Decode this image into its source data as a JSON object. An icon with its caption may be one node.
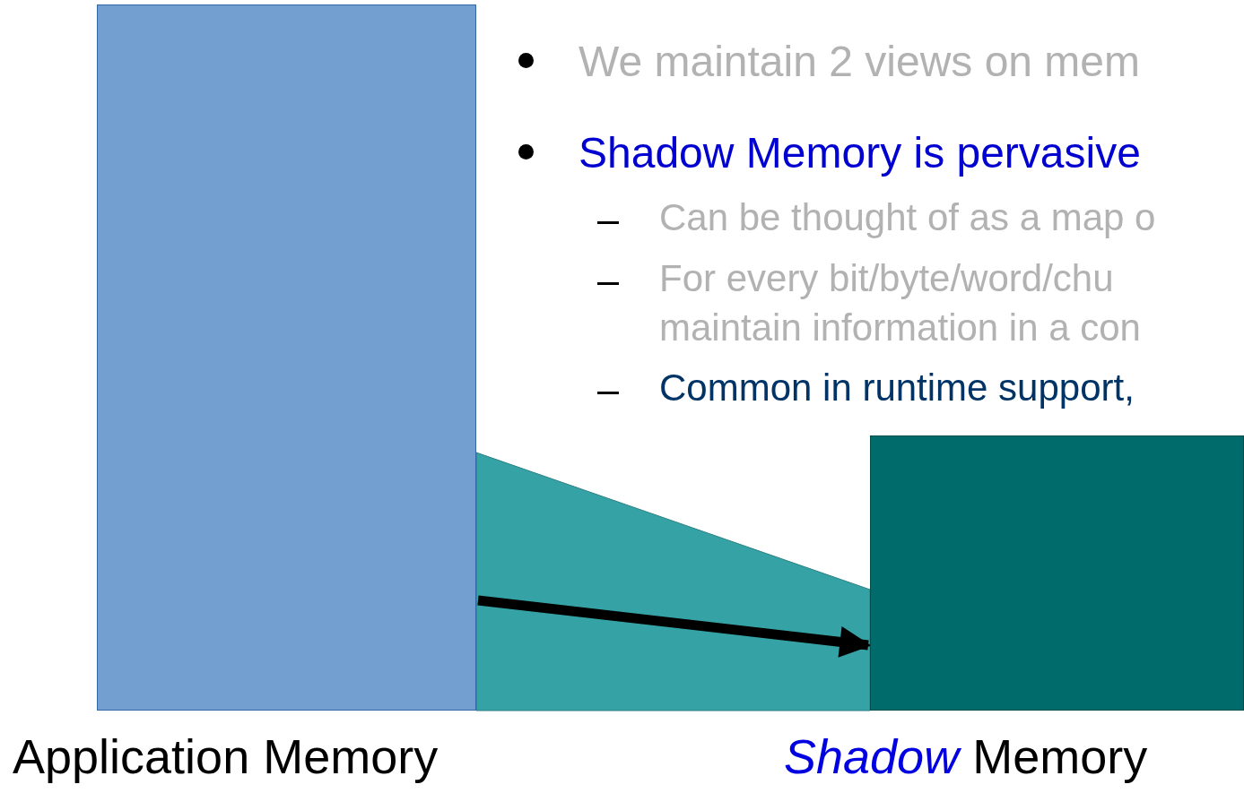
{
  "diagram": {
    "nodes": [
      {
        "text": [
          "Application Memory"
        ]
      },
      {
        "text": [
          "*Shadow* Memory"
        ]
      }
    ],
    "edges": [
      {
        "from": 0,
        "to": 1,
        "arrow": "to"
      }
    ],
    "labels": [
      "We maintain 2 views on mem",
      "Shadow Memory is pervasive",
      "Can be thought of as a map o",
      "For every bit/byte/word/chu maintain information in a con",
      "Common in runtime support,"
    ]
  }
}
